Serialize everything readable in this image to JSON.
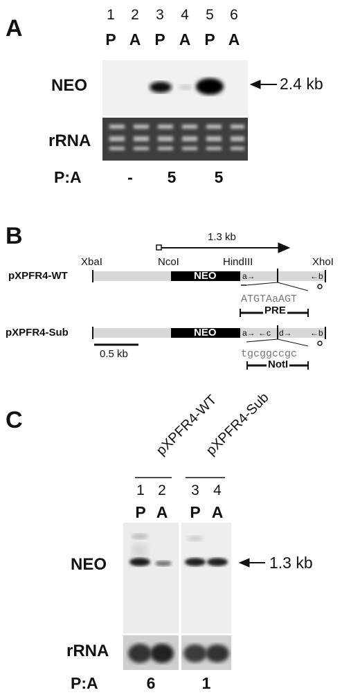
{
  "panelA": {
    "letter": "A",
    "lanes": [
      {
        "num": "1",
        "type": "P"
      },
      {
        "num": "2",
        "type": "A"
      },
      {
        "num": "3",
        "type": "P"
      },
      {
        "num": "4",
        "type": "A"
      },
      {
        "num": "5",
        "type": "P"
      },
      {
        "num": "6",
        "type": "A"
      }
    ],
    "neo_label": "NEO",
    "rrna_label": "rRNA",
    "size_marker": "2.4 kb",
    "pa_label": "P:A",
    "ratios": [
      "-",
      "5",
      "5"
    ]
  },
  "panelB": {
    "letter": "B",
    "transcript_length": "1.3 kb",
    "sites": {
      "xbai": "XbaI",
      "ncoi": "NcoI",
      "hindiii": "HindIII",
      "xhoi": "XhoI"
    },
    "wt": {
      "name": "pXPFR4-WT",
      "sequence": "ATGTAaAGT",
      "element": "PRE"
    },
    "sub": {
      "name": "pXPFR4-Sub",
      "sequence": "tgcggccgc",
      "element": "NotI"
    },
    "neo_box": "NEO",
    "primers": {
      "a": "a→",
      "b": "←b",
      "c": "←c",
      "d": "d→"
    },
    "scale_bar": "0.5 kb"
  },
  "panelC": {
    "letter": "C",
    "constructs": [
      "pXPFR4-WT",
      "pXPFR4-Sub"
    ],
    "lanes": [
      {
        "num": "1",
        "type": "P"
      },
      {
        "num": "2",
        "type": "A"
      },
      {
        "num": "3",
        "type": "P"
      },
      {
        "num": "4",
        "type": "A"
      }
    ],
    "neo_label": "NEO",
    "rrna_label": "rRNA",
    "size_marker": "1.3 kb",
    "pa_label": "P:A",
    "ratios": [
      "6",
      "1"
    ]
  }
}
